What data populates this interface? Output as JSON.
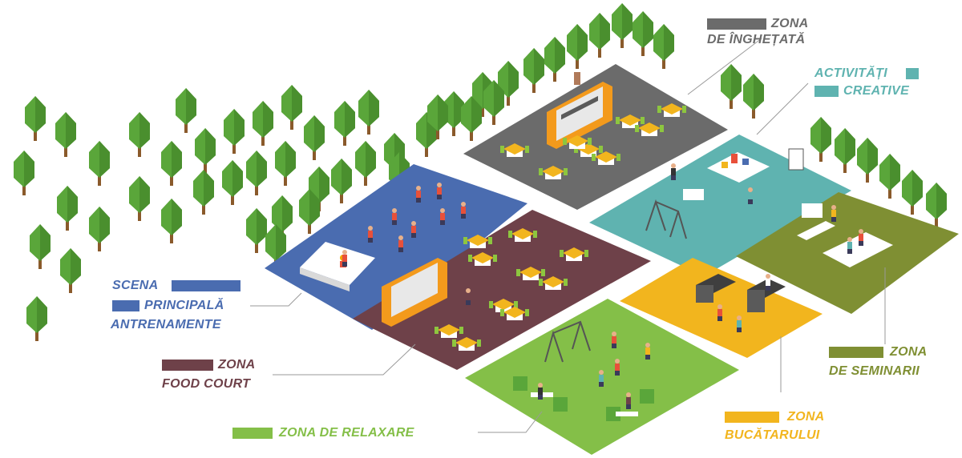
{
  "colors": {
    "ice_cream": "#6b6b6b",
    "creative": "#5fb3b0",
    "training": "#4a6cb0",
    "food_court": "#6e4149",
    "seminars": "#7f8f33",
    "relax": "#84bf48",
    "kitchen": "#f2b51e",
    "tree": "#5aa63a",
    "trunk": "#8a5a2b",
    "line": "#9a9a9a"
  },
  "zones": {
    "ice_cream": {
      "line1": "ZONA",
      "line2": "DE ÎNGHEȚATĂ"
    },
    "creative": {
      "line1": "ACTIVITĂȚI",
      "line2": "CREATIVE"
    },
    "training": {
      "line1": "SCENA",
      "line2": "PRINCIPALĂ",
      "line3": "ANTRENAMENTE"
    },
    "food_court": {
      "line1": "ZONA",
      "line2": "FOOD COURT"
    },
    "seminars": {
      "line1": "ZONA",
      "line2": "DE SEMINARII"
    },
    "relax": {
      "line1": "ZONA DE RELAXARE"
    },
    "kitchen": {
      "line1": "ZONA",
      "line2": "BUCĂTARULUI"
    }
  }
}
